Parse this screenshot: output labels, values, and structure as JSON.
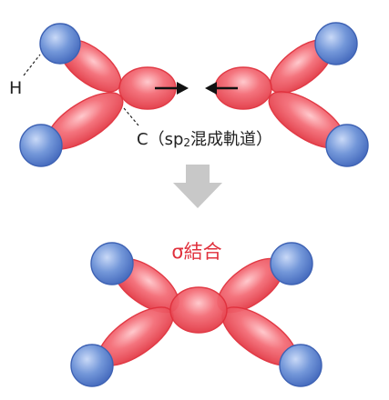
{
  "labels": {
    "h": "H",
    "c": "C（sp",
    "c_sub": "2",
    "c_rest": "混成軌道）",
    "sigma": "σ結合"
  },
  "colors": {
    "lobe": "#f06a72",
    "lobe_edge": "#e0303c",
    "hydrogen": "#6f94d8",
    "hydrogen_edge": "#3e62b4",
    "reaction_arrow": "#c8c8c8",
    "sigma_text": "#e0303c",
    "text": "#222222"
  },
  "icons": {
    "approach_left": "right-arrow-icon",
    "approach_right": "left-arrow-icon",
    "reaction": "down-arrow-icon"
  }
}
